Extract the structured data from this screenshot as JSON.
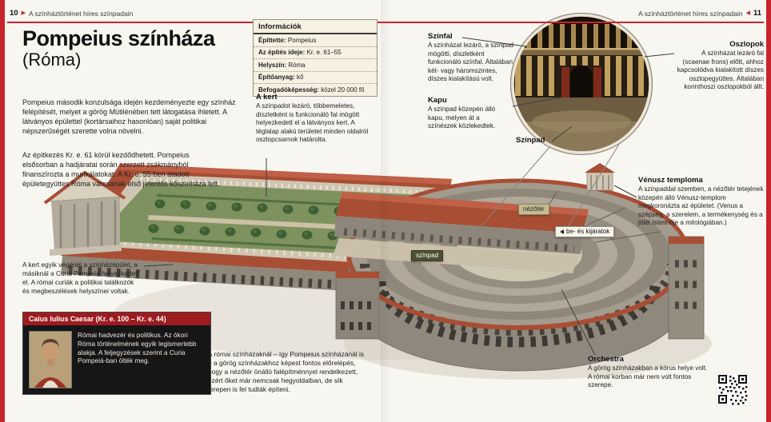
{
  "page": {
    "accent": "#c8242c",
    "header_left": {
      "page_num": "10",
      "arrow": "▶",
      "title": "A színháztörténet híres színpadain"
    },
    "header_right": {
      "title": "A színháztörténet híres színpadain",
      "arrow": "◀",
      "page_num": "11"
    }
  },
  "title": {
    "main": "Pompeius színháza",
    "sub": "(Róma)"
  },
  "intro": {
    "p1": "Pompeius második konzulsága idején kezdeményezte egy színház felépítését, melyet a görög Mütilénében tett látogatása ihletett. A látványos épülettel (kortársaihoz hasonlóan) saját politikai népszerűségét szerette volna növelni.",
    "p2": "Az építkezés Kr. e. 61 körül kezdődhetett. Pompeius elsősorban a hadjáratai során szerzett zsákmányból finanszírozta a munkálatokat. A Kr. e. 55-ben átadott épületegyüttes Róma városának első jelentős kőszínháza lett."
  },
  "infobox": {
    "title": "Információk",
    "rows": [
      {
        "label": "Építtette:",
        "value": "Pompeius"
      },
      {
        "label": "Az építés ideje:",
        "value": "Kr. e. 61–55"
      },
      {
        "label": "Helyszín:",
        "value": "Róma"
      },
      {
        "label": "Építőanyag:",
        "value": "kő"
      },
      {
        "label": "Befogadóképesség:",
        "value": "közel 20 000 fő"
      }
    ]
  },
  "callouts": {
    "kert": {
      "title": "A kert",
      "text": "A színpadot lezáró, többemeletes, díszletként is funkcionáló fal mögött helyezkedett el a látványos kert. A téglalap alakú területet minden oldalról oszlopcsarnok határolta."
    },
    "szinfal": {
      "title": "Színfal",
      "text": "A színházat lezáró, a színpad mögötti, díszletként funkcionáló színfal. Általában két- vagy háromszintes, díszes kialakítású volt."
    },
    "oszlopok": {
      "title": "Oszlopok",
      "text": "A színházat lezáró fal (scaenae frons) előtt, ahhoz kapcsolódva kialakított díszes oszlopegyüttes. Általában korinthoszi oszlopokból állt."
    },
    "kapu": {
      "title": "Kapu",
      "text": "A színpad közepén álló kapu, melyen át a színészek közlekedtek."
    },
    "szinpad_inset": {
      "title": "Színpad"
    },
    "venusz": {
      "title": "Vénusz temploma",
      "text": "A színpaddal szemben, a nézőtér tetejének közepén álló Vénusz-templom megkoronázta az épületet. (Venus a szépség, a szerelem, a termékenység és a jólét istennője a mitológiában.)"
    },
    "orchestra": {
      "title": "Orchestra",
      "text": "A görög színházakban a kórus helye volt. A római korban már nem volt fontos szerepe."
    },
    "kert_side": "A kert egyik végénél a színházépület, a másiknál a Curia Pompeia helyezkedett el. A római curiák a politikai találkozók és megbeszélések helyszínei voltak.",
    "bottom_note": "A római színházaknál – így Pompeius színházánál is – a görög színházakhoz képest fontos előrelépés, hogy a nézőtér önálló falépítménnyel rendelkezett, ezért őket már nemcsak hegyoldalban, de sík terepen is fel tudták építeni."
  },
  "chips": {
    "nezoter": "nézőtér",
    "bejaratok": "be- és kijáratok",
    "szinpad": "színpad"
  },
  "caesar": {
    "title": "Caius Iulius Caesar (Kr. e. 100 – Kr. e. 44)",
    "text": "Római hadvezér és politikus. Az ókori Róma történelmének egyik legismertebb alakja. A feljegyzések szerint a Curia Pompeiá-ban ölték meg."
  }
}
